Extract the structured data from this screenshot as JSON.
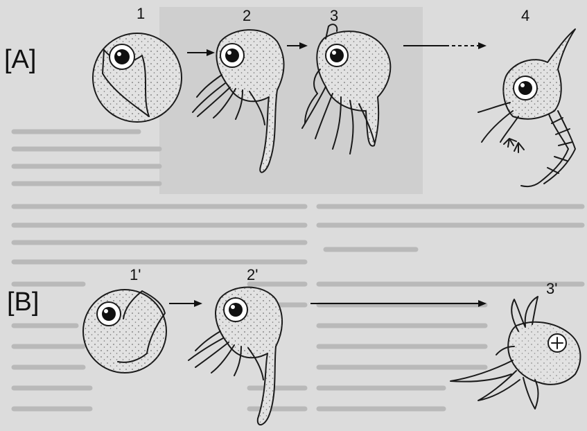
{
  "rows": [
    {
      "label": "[A]",
      "stages": [
        "1",
        "2",
        "3",
        "4"
      ]
    },
    {
      "label": "[B]",
      "stages": [
        "1'",
        "2'",
        "3'"
      ]
    }
  ]
}
